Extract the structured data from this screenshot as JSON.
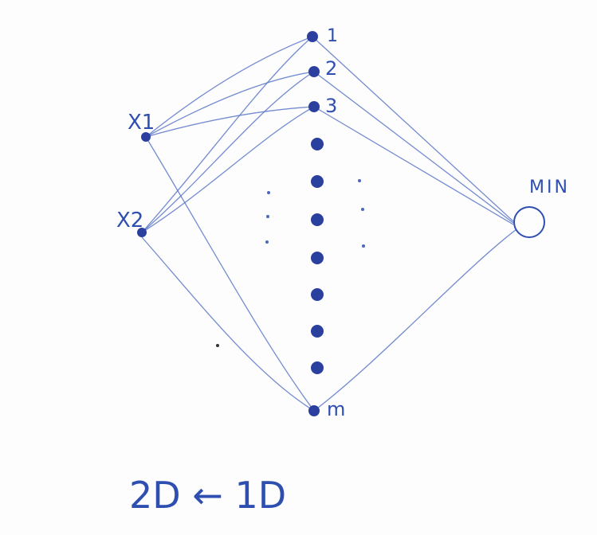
{
  "inputs": [
    {
      "id": "x1",
      "label": "X1"
    },
    {
      "id": "x2",
      "label": "X2"
    }
  ],
  "hidden_labels": {
    "n1": "1",
    "n2": "2",
    "n3": "3",
    "nm": "m"
  },
  "output_label": "MIN",
  "caption": "2D ← 1D",
  "colors": {
    "ink": "#2f4fb0",
    "node": "#2b3f9e",
    "edge": "#5a77c8"
  }
}
